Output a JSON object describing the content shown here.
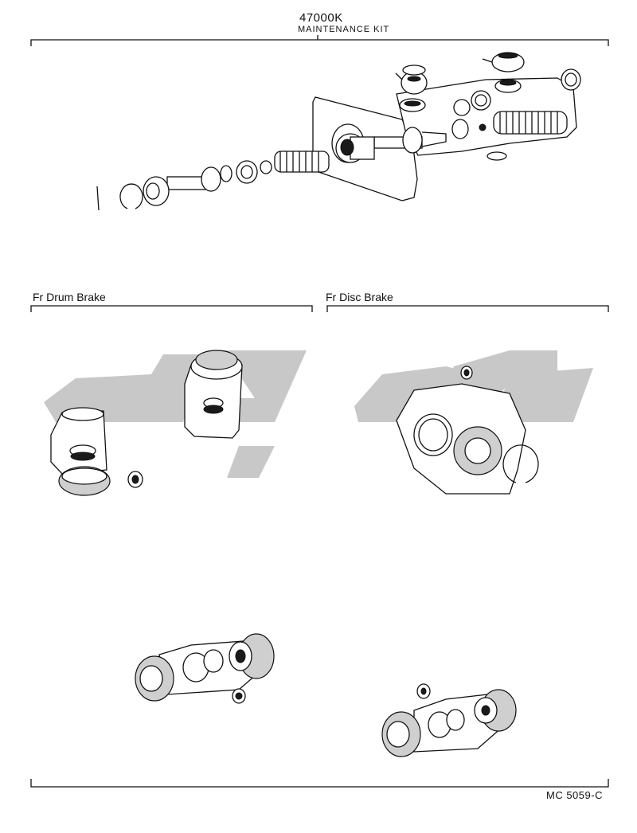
{
  "header": {
    "part_number": "47000K",
    "kit_name": "MAINTENANCE KIT"
  },
  "sections": {
    "drum": {
      "label": "Fr Drum Brake"
    },
    "disc": {
      "label": "Fr Disc Brake"
    }
  },
  "footer": {
    "doc_code": "MC 5059-C"
  },
  "colors": {
    "line": "#111111",
    "watermark": "#c8c8c8",
    "background": "#ffffff"
  }
}
